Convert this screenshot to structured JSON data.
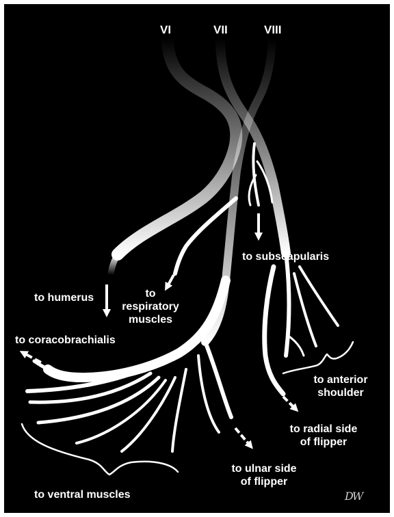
{
  "roots": [
    "VI",
    "VII",
    "VIII"
  ],
  "labels": {
    "humerus": "to humerus",
    "respiratory": "to\nrespiratory\nmuscles",
    "coracobrachialis": "to coracobrachialis",
    "subscapularis": "to subscapularis",
    "anterior_shoulder": "to anterior\nshoulder",
    "radial_side": "to radial side\nof flipper",
    "ulnar_side": "to ulnar side\nof flipper",
    "ventral_muscles": "to ventral muscles"
  },
  "signature": "DW",
  "colors": {
    "background": "#000000",
    "nerve": "#ffffff",
    "border": "#ffffff"
  }
}
